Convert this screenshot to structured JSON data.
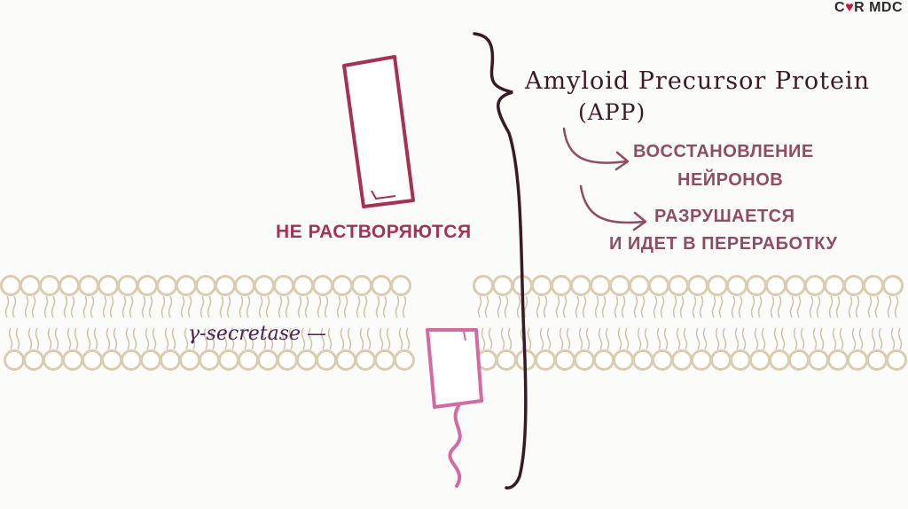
{
  "logo": {
    "text_left": "C",
    "text_right": "R MDC",
    "heart_glyph": "♥"
  },
  "app_title": {
    "line1": "Amyloid Precursor Protein",
    "line2": "(APP)"
  },
  "outcomes": {
    "restore": {
      "line1": "ВОССТАНОВЛЕНИЕ",
      "line2": "НЕЙРОНОВ"
    },
    "degrade": {
      "line1": "РАЗРУШАЕТСЯ",
      "line2": "И ИДЕТ В ПЕРЕРАБОТКУ"
    }
  },
  "insoluble_label": "НЕ РАСТВОРЯЮТСЯ",
  "gamma_secretase_label": "γ-secretase —",
  "colors": {
    "membrane": "#d9ccaf",
    "membrane_tail": "#cfc3a9",
    "fragment": "#a53254",
    "app_segment": "#d36aa0",
    "bracket": "#3a1a26",
    "arrow": "#8e4d64"
  }
}
